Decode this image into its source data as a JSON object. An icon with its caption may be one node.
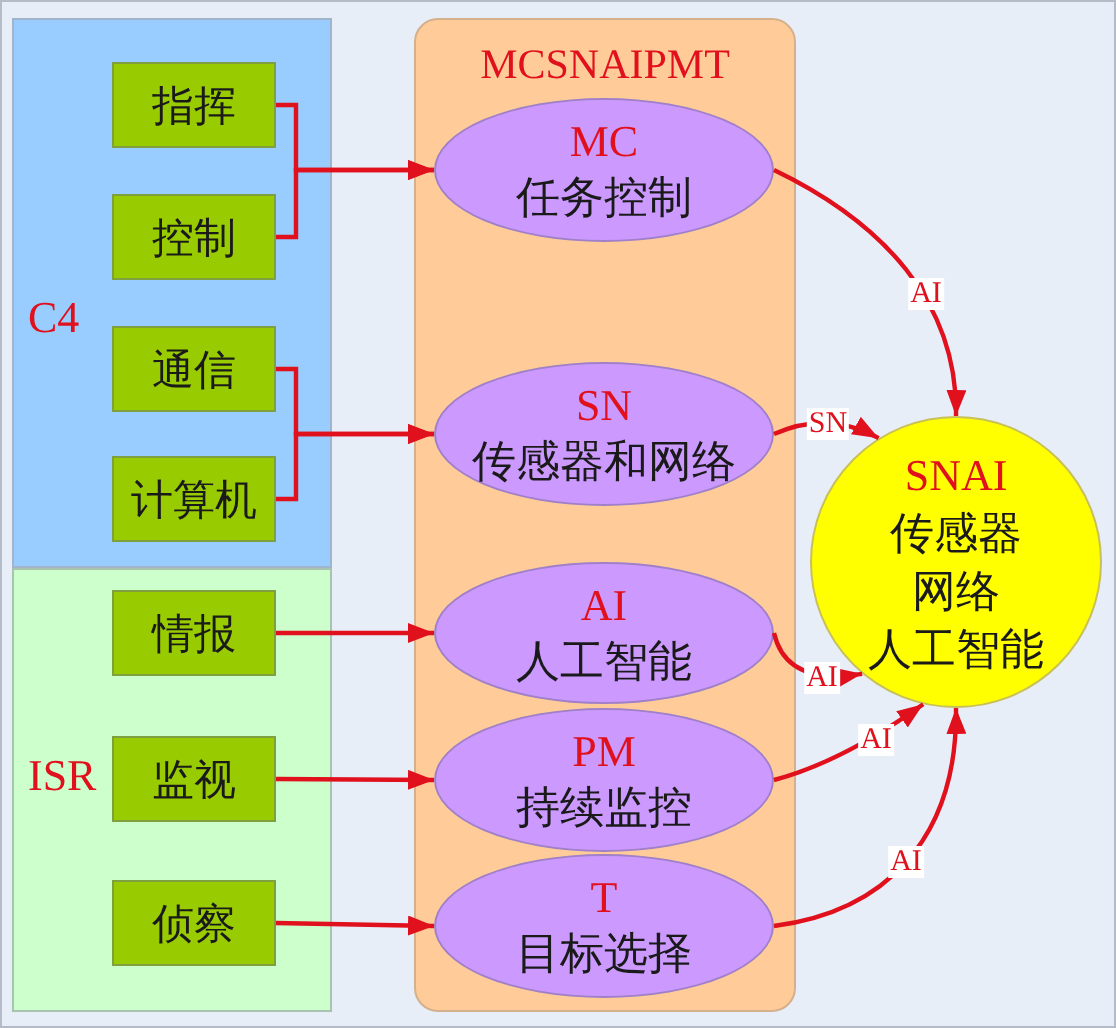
{
  "diagram": {
    "nodes": [
      {
        "text": [
          "C4"
        ]
      },
      {
        "text": [
          "指挥"
        ],
        "in": 0
      },
      {
        "text": [
          "控制"
        ],
        "in": 0
      },
      {
        "text": [
          "通信"
        ],
        "in": 0
      },
      {
        "text": [
          "计算机"
        ],
        "in": 0
      },
      {
        "text": [
          "ISR"
        ]
      },
      {
        "text": [
          "情报"
        ],
        "in": 5
      },
      {
        "text": [
          "监视"
        ],
        "in": 5
      },
      {
        "text": [
          "侦察"
        ],
        "in": 5
      },
      {
        "text": [
          "MCSNAIPMT"
        ]
      },
      {
        "text": [
          "MC",
          "任务控制"
        ],
        "in": 9
      },
      {
        "text": [
          "SN",
          "传感器和网络"
        ],
        "in": 9
      },
      {
        "text": [
          "AI",
          "人工智能"
        ],
        "in": 9
      },
      {
        "text": [
          "PM",
          "持续监控"
        ],
        "in": 9
      },
      {
        "text": [
          "T",
          "目标选择"
        ],
        "in": 9
      },
      {
        "text": [
          "SNAI",
          "传感器",
          "网络",
          "人工智能"
        ]
      }
    ],
    "edges": [
      {
        "from": 1,
        "to": 10,
        "arrow": "to"
      },
      {
        "from": 2,
        "to": 10,
        "arrow": "to"
      },
      {
        "from": 3,
        "to": 11,
        "arrow": "to"
      },
      {
        "from": 4,
        "to": 11,
        "arrow": "to"
      },
      {
        "from": 6,
        "to": 12,
        "arrow": "to"
      },
      {
        "from": 7,
        "to": 13,
        "arrow": "to"
      },
      {
        "from": 8,
        "to": 14,
        "arrow": "to"
      },
      {
        "from": 10,
        "to": 15,
        "arrow": "to",
        "label": "AI"
      },
      {
        "from": 11,
        "to": 15,
        "arrow": "to",
        "label": "SN"
      },
      {
        "from": 12,
        "to": 15,
        "arrow": "to",
        "label": "AI"
      },
      {
        "from": 13,
        "to": 15,
        "arrow": "to",
        "label": "AI"
      },
      {
        "from": 14,
        "to": 15,
        "arrow": "to",
        "label": "AI"
      }
    ]
  }
}
